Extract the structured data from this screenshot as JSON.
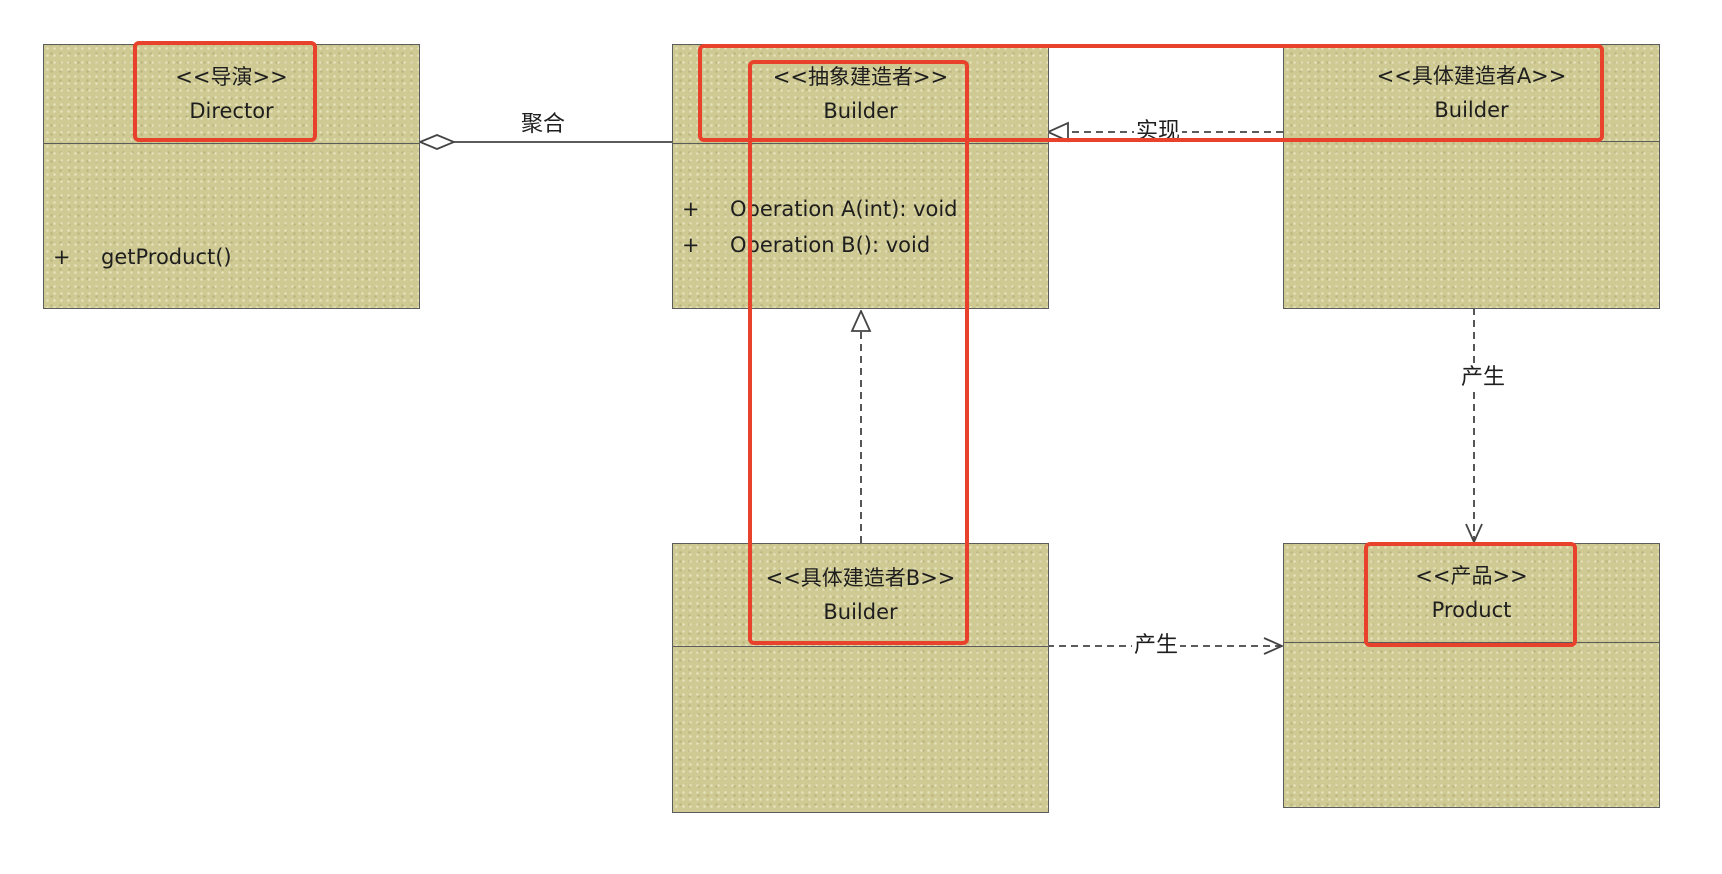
{
  "classes": {
    "director": {
      "stereotype": "<<导演>>",
      "name": "Director",
      "operations": [
        {
          "visibility": "+",
          "text": "getProduct()"
        }
      ]
    },
    "abstract_builder": {
      "stereotype": "<<抽象建造者>>",
      "name": "Builder",
      "operations": [
        {
          "visibility": "+",
          "text": "Operation A(int): void"
        },
        {
          "visibility": "+",
          "text": "Operation B(): void"
        }
      ]
    },
    "concrete_builder_a": {
      "stereotype": "<<具体建造者A>>",
      "name": "Builder"
    },
    "concrete_builder_b": {
      "stereotype": "<<具体建造者B>>",
      "name": "Builder"
    },
    "product": {
      "stereotype": "<<产品>>",
      "name": "Product"
    }
  },
  "relations": {
    "aggregation": {
      "label": "聚合",
      "source": "Director",
      "target": "Builder"
    },
    "realization_a": {
      "label": "实现",
      "source": "具体建造者A",
      "target": "抽象建造者"
    },
    "realization_b": {
      "label": "",
      "source": "具体建造者B",
      "target": "抽象建造者"
    },
    "produces_a": {
      "label": "产生",
      "source": "具体建造者A",
      "target": "产品"
    },
    "produces_b": {
      "label": "产生",
      "source": "具体建造者B",
      "target": "产品"
    }
  },
  "colors": {
    "class_fill": "#cfc993",
    "class_border": "#5c5c5c",
    "highlight": "#e8412c",
    "line": "#444444"
  }
}
